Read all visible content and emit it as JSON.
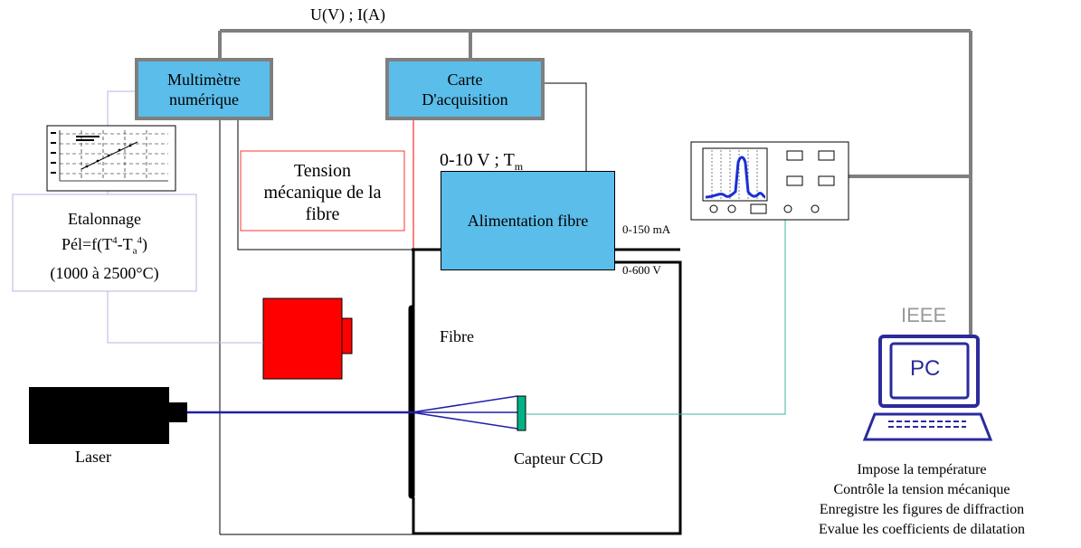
{
  "top_label": "U(V) ; I(A)",
  "multimeter": {
    "line1": "Multimètre",
    "line2": "numérique"
  },
  "acquisition": {
    "line1": "Carte",
    "line2": "D'acquisition"
  },
  "tension_box": {
    "line1": "Tension",
    "line2": "mécanique de la",
    "line3": "fibre"
  },
  "voltage_label": {
    "text": "0-10 V ; T",
    "sub": "m"
  },
  "alimentation": "Alimentation fibre",
  "current_range": "0-150 mA",
  "voltage_range": "0-600 V",
  "etalonnage": {
    "line1": "Etalonnage",
    "line2_a": "Pél=f(T",
    "line2_b": "4",
    "line2_c": "-T",
    "line2_d": "a",
    "line2_e": "4",
    "line2_f": ")",
    "line3": "(1000 à 2500°C)"
  },
  "fibre_label": "Fibre",
  "laser_label": "Laser",
  "ccd_label": "Capteur CCD",
  "ieee_label": "IEEE",
  "pc_label": "PC",
  "pc_roles": [
    "Impose la température",
    "Contrôle la tension mécanique",
    "Enregistre les figures de diffraction",
    "Evalue les coefficients de dilatation"
  ],
  "colors": {
    "device_blue": "#5bbde9",
    "box_border": "#7f7f7f",
    "laser_beam": "#1f1fa8",
    "pyrometer_red": "#ff0000",
    "ccd_green": "#00b386",
    "signal_cyan": "#3cb7a0",
    "pc_navy": "#2b2b9c",
    "calibration_lavender": "#b4b4e6"
  }
}
